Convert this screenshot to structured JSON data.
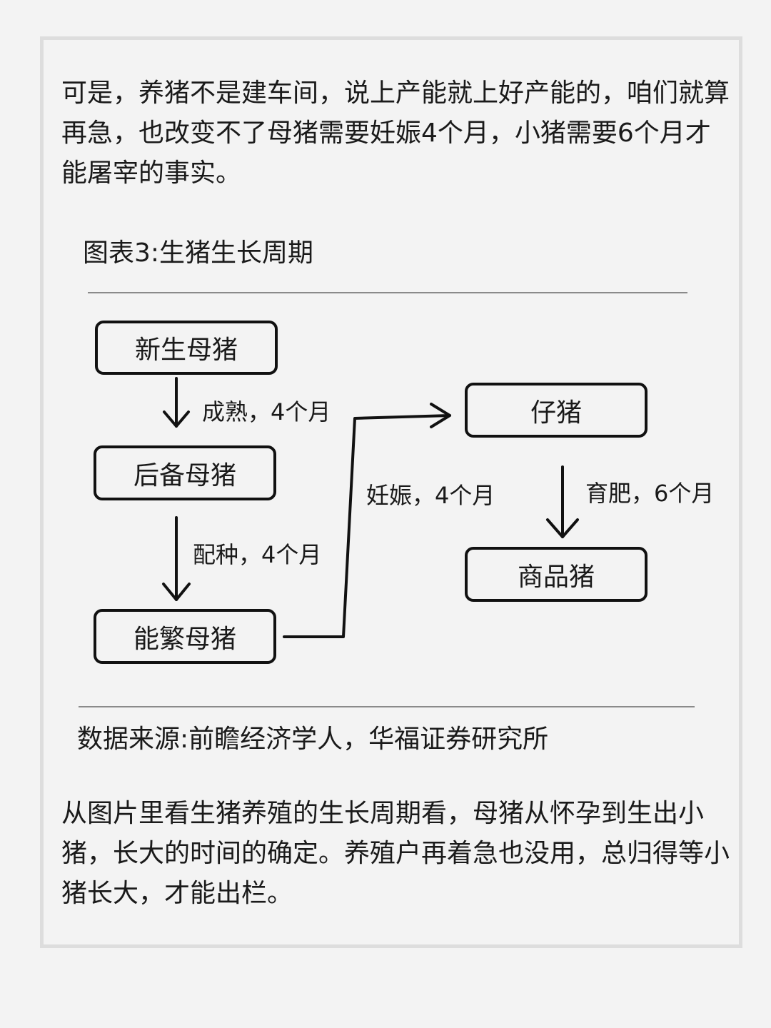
{
  "paragraphs": {
    "top": "可是，养猪不是建车间，说上产能就上好产能的，咱们就算再急，也改变不了母猪需要妊娠4个月，小猪需要6个月才能屠宰的事实。",
    "bottom": "从图片里看生猪养殖的生长周期看，母猪从怀孕到生出小猪，长大的时间的确定。养殖户再着急也没用，总归得等小猪长大，才能出栏。"
  },
  "chart": {
    "title": "图表3:生猪生长周期",
    "source": "数据来源:前瞻经济学人，华福证券研究所"
  },
  "diagram": {
    "nodes": {
      "new_sow": "新生母猪",
      "reserve_sow": "后备母猪",
      "breeding_sow": "能繁母猪",
      "piglet": "仔猪",
      "market_pig": "商品猪"
    },
    "edges": {
      "mature": "成熟，4个月",
      "mating": "配种，4个月",
      "pregnancy": "妊娠，4个月",
      "fattening": "育肥，6个月"
    }
  },
  "colors": {
    "background": "#f3f3f3",
    "frame_border": "#dddddd",
    "text": "#1a1a1a",
    "stroke": "#111111",
    "rule": "#8a8a8a"
  }
}
